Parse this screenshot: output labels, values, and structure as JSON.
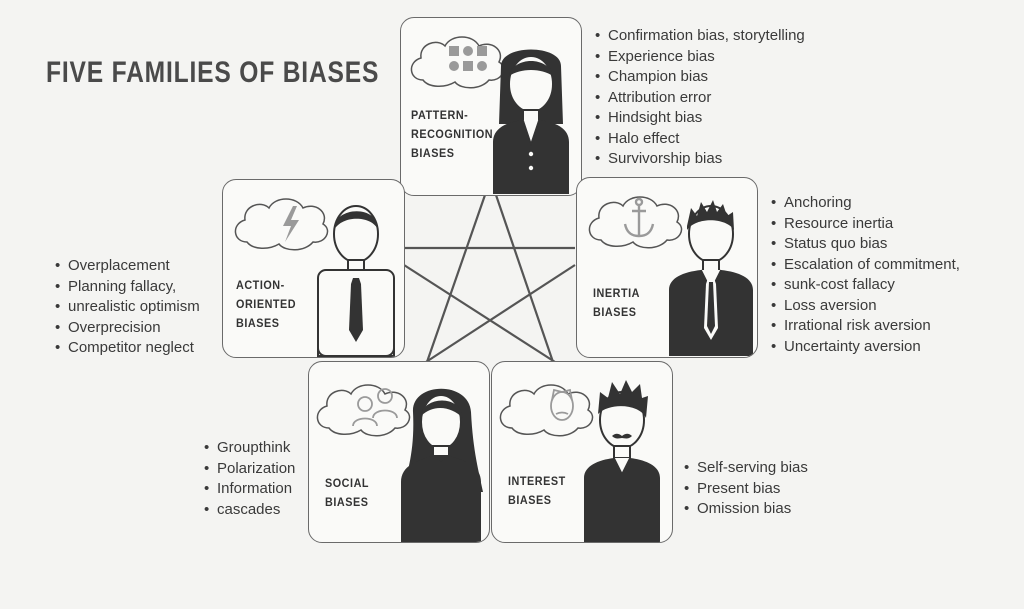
{
  "title": "FIVE FAMILIES OF BIASES",
  "families": {
    "pattern": {
      "label_lines": [
        "PATTERN-",
        "RECOGNITION",
        "BIASES"
      ],
      "icon": "pattern-grid-icon",
      "biases": [
        "Confirmation bias, storytelling",
        "Experience bias",
        "Champion bias",
        "Attribution error",
        "Hindsight bias",
        "Halo effect",
        "Survivorship bias"
      ]
    },
    "action": {
      "label_lines": [
        "ACTION-",
        "ORIENTED",
        "BIASES"
      ],
      "icon": "lightning-icon",
      "biases": [
        "Overplacement",
        "Planning fallacy,",
        "unrealistic optimism",
        "Overprecision",
        "Competitor neglect"
      ]
    },
    "inertia": {
      "label_lines": [
        "INERTIA",
        "BIASES"
      ],
      "icon": "anchor-icon",
      "biases": [
        "Anchoring",
        "Resource inertia",
        "Status quo bias",
        "Escalation of commitment,",
        "sunk-cost fallacy",
        "Loss aversion",
        "Irrational risk aversion",
        "Uncertainty aversion"
      ]
    },
    "social": {
      "label_lines": [
        "SOCIAL",
        "BIASES"
      ],
      "icon": "people-icon",
      "biases": [
        "Groupthink",
        "Polarization",
        "Information",
        "cascades"
      ]
    },
    "interest": {
      "label_lines": [
        "INTEREST",
        "BIASES"
      ],
      "icon": "face-icon",
      "biases": [
        "Self-serving bias",
        "Present bias",
        "Omission bias"
      ]
    }
  },
  "colors": {
    "ink": "#3a3a3a",
    "figure": "#333333",
    "cloud_icon": "#9a9a9a"
  }
}
